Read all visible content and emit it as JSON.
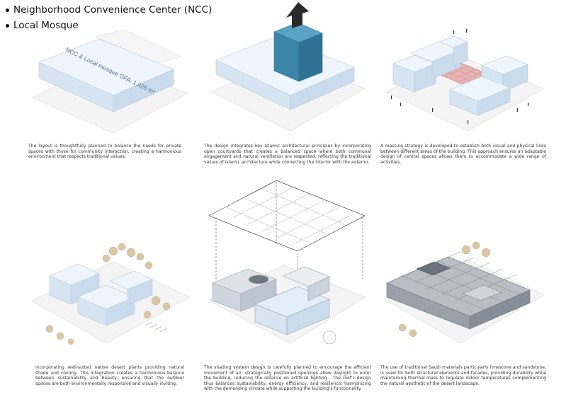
{
  "header": {
    "bullets": [
      "Neighborhood Convenience Center (NCC)",
      "Local Mosque"
    ]
  },
  "diagram_1": {
    "roof_label": "NCC & Local mosque GFA: 1,425 m²"
  },
  "captions": [
    "The layout is thoughtfully planned to balance the needs for private spaces with those for community interaction, creating a harmonious environment that respects traditional values.",
    "The design integrates key Islamic architectural principles by incorporating open courtyards that creates a balanced space where both communal engagement and natural ventilation are respected, reflecting the traditional values of Islamic architecture while connecting the interior with the exterior.",
    "A massing strategy is developed to establish both visual and physical links between different areas of the building. This approach ensures an adaptable design of central spaces allows them to accommodate a wide range of activities.",
    "Incorporating well-suited native desert plants providing natural shade and cooling. This integration creates a harmonious balance between sustainability and beauty, ensuring that the outdoor spaces are both environmentally responsive and visually inviting.",
    "The shading system design is carefully planned to encourage the efficient movement of air, strategically positioned openings allow daylight to enter the building, reducing the reliance on artificial lighting . The roof's design thus balances sustainability, energy efficiency, and resilience, harmonizing with the demanding climate while supporting the building's functionality.",
    "The use of traditional Saudi materials particularly limestone and sandstone, is used for both structural elements and facades, providing durability while maintaining thermal mass to regulate indoor temperatures complementing the natural aesthetic of the desert landscape."
  ],
  "colors": {
    "block_fill": "#e3eef8",
    "block_top": "#eef5fc",
    "tower": "#3b86a8",
    "arrow": "#2a2a2a",
    "courtyard": "#e8b3b3",
    "plants": "#d9c7a6"
  }
}
